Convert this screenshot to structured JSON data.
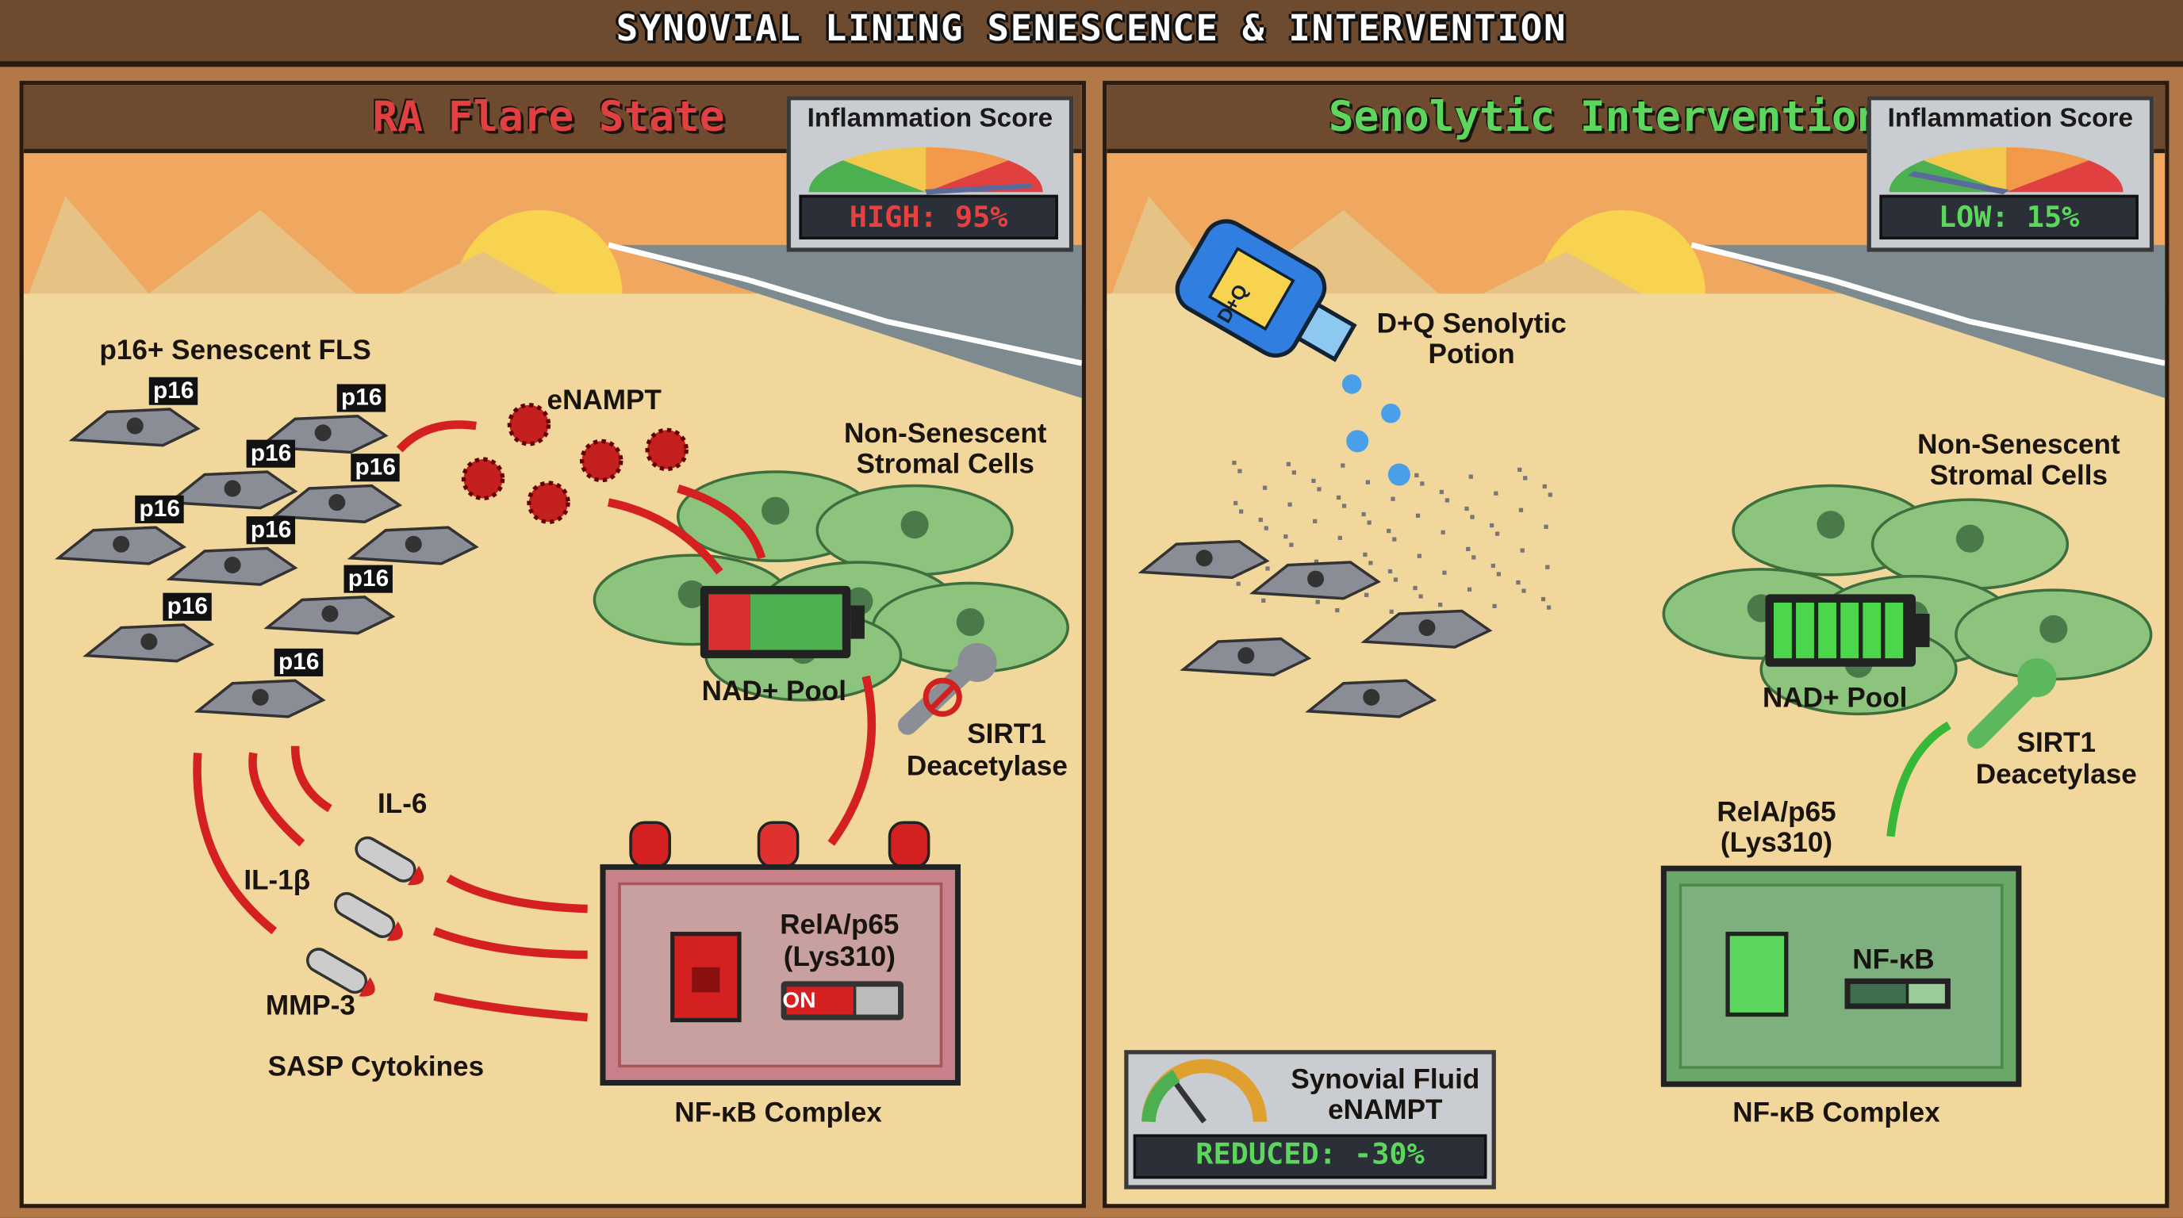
{
  "title": "SYNOVIAL LINING SENESCENCE & INTERVENTION",
  "colors": {
    "frame": "#6e4a2e",
    "sand": "#f1d79b",
    "sky": "#f0a860",
    "flare_red": "#e04040",
    "intervention_green": "#5cd65c"
  },
  "left_panel": {
    "title": "RA Flare State",
    "gauge": {
      "title": "Inflammation Score",
      "reading": "HIGH: 95%",
      "level": 0.95
    },
    "senescent_label": "p16+ Senescent FLS",
    "p16_tag": "p16",
    "enampt_label": "eNAMPT",
    "stromal_label_1": "Non-Senescent",
    "stromal_label_2": "Stromal Cells",
    "nad_label": "NAD+ Pool",
    "nad_level": 0.3,
    "sirt1_label_1": "SIRT1",
    "sirt1_label_2": "Deacetylase",
    "nfkb_box": {
      "rela_1": "RelA/p65",
      "rela_2": "(Lys310)",
      "toggle": "ON",
      "caption": "NF-κB Complex"
    },
    "cytokines": [
      "IL-6",
      "IL-1β",
      "MMP-3"
    ],
    "sasp_label": "SASP Cytokines"
  },
  "right_panel": {
    "title": "Senolytic Intervention",
    "gauge": {
      "title": "Inflammation Score",
      "reading": "LOW: 15%",
      "level": 0.15
    },
    "potion_label_1": "D+Q Senolytic",
    "potion_label_2": "Potion",
    "bottle_text": "D+Q",
    "stromal_label_1": "Non-Senescent",
    "stromal_label_2": "Stromal Cells",
    "nad_label": "NAD+ Pool",
    "nad_level": 1.0,
    "sirt1_label_1": "SIRT1",
    "sirt1_label_2": "Deacetylase",
    "rela_1": "RelA/p65",
    "rela_2": "(Lys310)",
    "nfkb_box": {
      "label": "NF-κB",
      "caption": "NF-κB Complex"
    },
    "fluid_gauge": {
      "title_1": "Synovial Fluid",
      "title_2": "eNAMPT",
      "reading": "REDUCED: -30%"
    }
  }
}
